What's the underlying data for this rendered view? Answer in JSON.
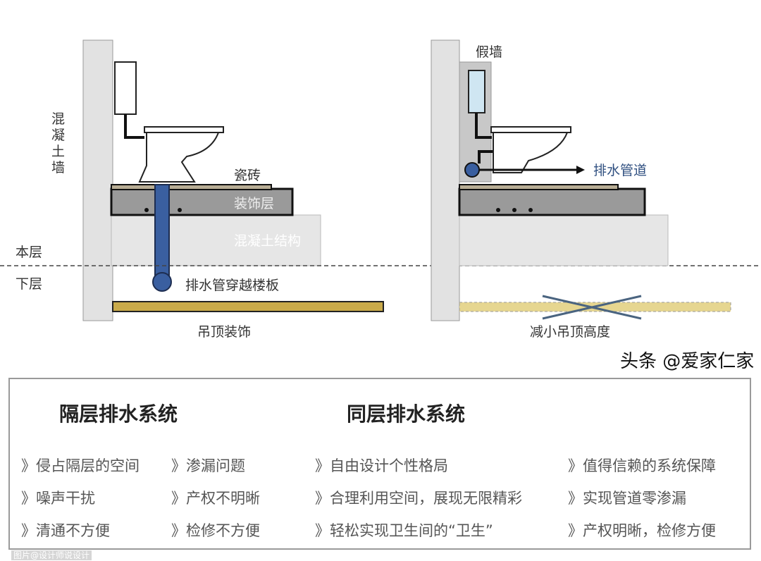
{
  "left": {
    "wall_label": "混凝土墙",
    "tile": "瓷砖",
    "decor": "装饰层",
    "concrete": "混凝土结构",
    "pipe": "排水管穿越楼板",
    "ceiling": "吊顶装饰"
  },
  "levels": {
    "this_floor": "本层",
    "lower_floor": "下层"
  },
  "right": {
    "fake_wall": "假墙",
    "pipe": "排水管道",
    "ceiling": "减小吊顶高度"
  },
  "colors": {
    "pipe": "#3a5fa0",
    "ceiling": "#c9aa4a",
    "concrete": "#e6e6e6",
    "decor": "#9a9a9a",
    "tank_right": "#cfe6f2"
  },
  "compare": {
    "left_title": "隔层排水系统",
    "right_title": "同层排水系统",
    "left_items": [
      "》侵占隔层的空间",
      "》渗漏问题",
      "》噪声干扰",
      "》产权不明晰",
      "》清通不方便",
      "》检修不方便"
    ],
    "right_items": [
      "》自由设计个性格局",
      "》值得信赖的系统保障",
      "》合理利用空间，展现无限精彩",
      "》实现管道零渗漏",
      "》轻松实现卫生间的“卫生”",
      "》产权明晰，检修方便"
    ]
  },
  "watermarks": [
    "图片@设计师说设计",
    "头条 @爱家仁家"
  ]
}
